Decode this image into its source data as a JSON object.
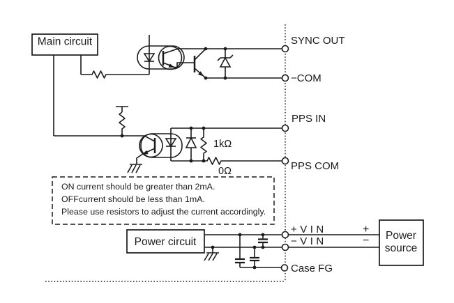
{
  "diagram": {
    "blocks": {
      "main_circuit": "Main circuit",
      "power_circuit": "Power circuit",
      "power_source_1": "Power",
      "power_source_2": "source"
    },
    "terminals": {
      "sync_out": "SYNC OUT",
      "com": "−COM",
      "pps_in": "PPS IN",
      "pps_com": "PPS COM",
      "vin_plus": "+VIN",
      "vin_minus": "−VIN",
      "case_fg": "Case FG"
    },
    "polarity": {
      "plus": "+",
      "minus": "−"
    },
    "components": {
      "r1": "1kΩ",
      "r2": "0Ω"
    },
    "note": {
      "lines": [
        "ON current should be greater than 2mA.",
        "OFFcurrent should be less than 1mA.",
        "Please use resistors to adjust the current accordingly."
      ]
    },
    "colors": {
      "line": "#1a1a1a",
      "background": "#ffffff"
    }
  }
}
